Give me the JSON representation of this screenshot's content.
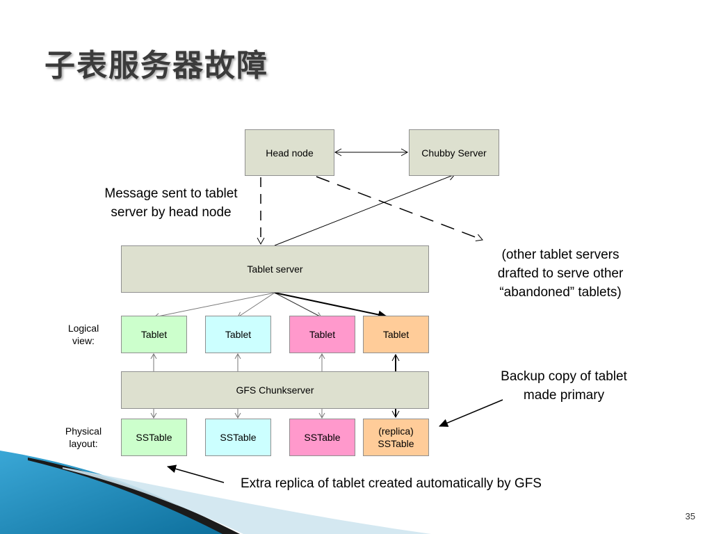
{
  "slide": {
    "title": "子表服务器故障",
    "page_number": "35"
  },
  "nodes": {
    "head_node": "Head node",
    "chubby_server": "Chubby Server",
    "tablet_server": "Tablet server",
    "gfs_chunkserver": "GFS Chunkserver",
    "tablets": [
      {
        "label": "Tablet",
        "color": "#ccffcc"
      },
      {
        "label": "Tablet",
        "color": "#ccffff"
      },
      {
        "label": "Tablet",
        "color": "#ff99cc"
      },
      {
        "label": "Tablet",
        "color": "#ffcc99"
      }
    ],
    "sstables": [
      {
        "label": "SSTable",
        "color": "#ccffcc"
      },
      {
        "label": "SSTable",
        "color": "#ccffff"
      },
      {
        "label": "SSTable",
        "color": "#ff99cc"
      },
      {
        "label_line1": "(replica)",
        "label_line2": "SSTable",
        "color": "#ffcc99"
      }
    ]
  },
  "labels": {
    "logical_view_line1": "Logical",
    "logical_view_line2": "view:",
    "physical_layout_line1": "Physical",
    "physical_layout_line2": "layout:"
  },
  "annotations": {
    "message_line1": "Message sent to tablet",
    "message_line2": "server by head node",
    "other_line1": "(other tablet servers",
    "other_line2": "drafted to serve other",
    "other_line3": "“abandoned” tablets)",
    "backup_line1": "Backup copy of tablet",
    "backup_line2": "made primary",
    "extra_replica": "Extra replica of tablet created automatically by GFS"
  },
  "colors": {
    "server_box": "#dde0cf",
    "title_text": "#3b3b3b",
    "swoosh_blue": "#1e8fc0"
  }
}
